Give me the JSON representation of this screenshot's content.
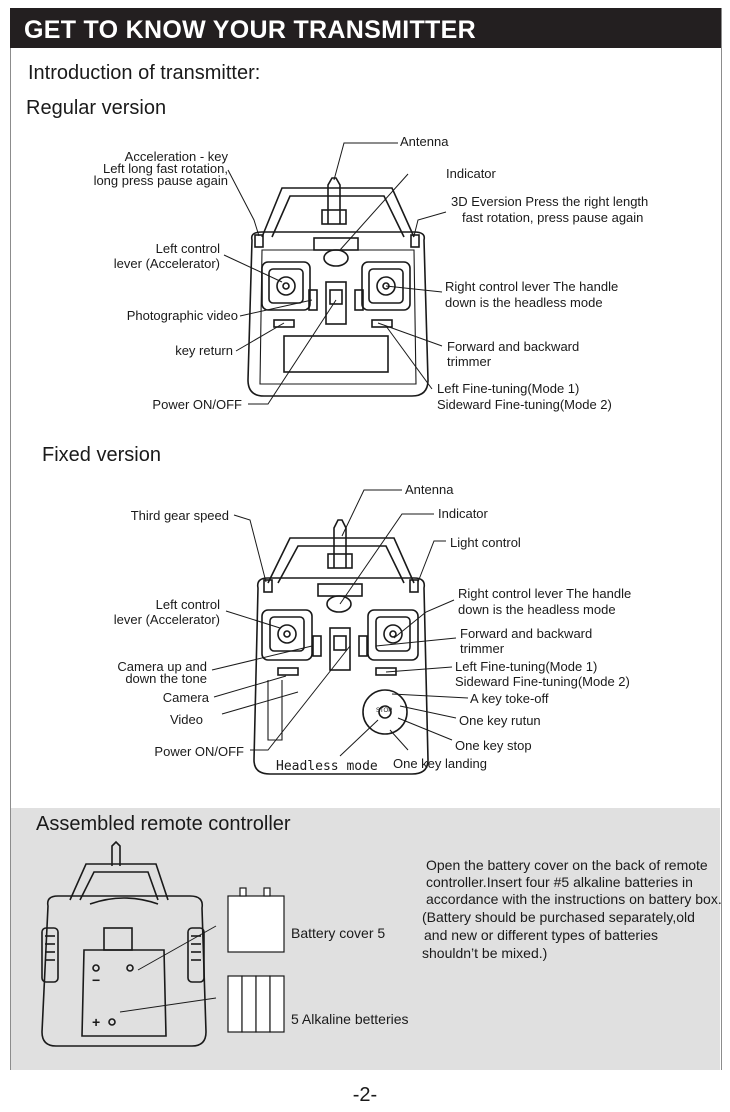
{
  "header": {
    "title": "GET TO KNOW YOUR TRANSMITTER"
  },
  "intro": "Introduction of transmitter:",
  "regular": {
    "heading": "Regular version",
    "labels": {
      "antenna": "Antenna",
      "indicator": "Indicator",
      "accel_key": "Acceleration - key",
      "accel_l2": "Left long fast rotation,",
      "accel_l3": "long press pause again",
      "eversion_l1": "3D Eversion  Press the right length",
      "eversion_l2": "fast rotation, press pause again",
      "left_lever_l1": "Left control",
      "left_lever_l2": "lever (Accelerator)",
      "right_lever_l1": "Right control lever The handle",
      "right_lever_l2": "down is the headless mode",
      "photo_video": "Photographic video",
      "key_return": "key return",
      "fwd_l1": "Forward and backward",
      "fwd_l2": "trimmer",
      "fine_l1": "Left Fine-tuning(Mode 1)",
      "fine_l2": "Sideward Fine-tuning(Mode 2)",
      "power": "Power ON/OFF"
    }
  },
  "fixed": {
    "heading": "Fixed version",
    "labels": {
      "antenna": "Antenna",
      "indicator": "Indicator",
      "third_gear": "Third gear speed",
      "light": "Light control",
      "left_lever_l1": "Left control",
      "left_lever_l2": "lever (Accelerator)",
      "right_lever_l1": "Right control lever The handle",
      "right_lever_l2": "down is the headless mode",
      "fwd_l1": "Forward and backward",
      "fwd_l2": "trimmer",
      "camera_tone_l1": "Camera up and",
      "camera_tone_l2": "down the tone",
      "fine_l1": "Left Fine-tuning(Mode 1)",
      "fine_l2": "Sideward Fine-tuning(Mode 2)",
      "camera": "Camera",
      "takeoff": "A key toke-off",
      "video": "Video",
      "rutun": "One key rutun",
      "stop": "One key stop",
      "power": "Power ON/OFF",
      "headless": "Headless mode",
      "landing": "One key landing",
      "button_text": "STOP"
    }
  },
  "assembled": {
    "heading": "Assembled remote controller",
    "battery_cover": "Battery cover 5",
    "batteries": "5 Alkaline betteries",
    "minus": "−",
    "plus": "+",
    "instructions": [
      "Open the battery cover on the back of remote",
      "controller.Insert four #5 alkaline  batteries in",
      "accordance with the instructions on battery box.",
      "(Battery should be purchased separately,old",
      "and new or different types of batteries",
      "shouldn’t be mixed.)"
    ]
  },
  "page_number": "-2-"
}
